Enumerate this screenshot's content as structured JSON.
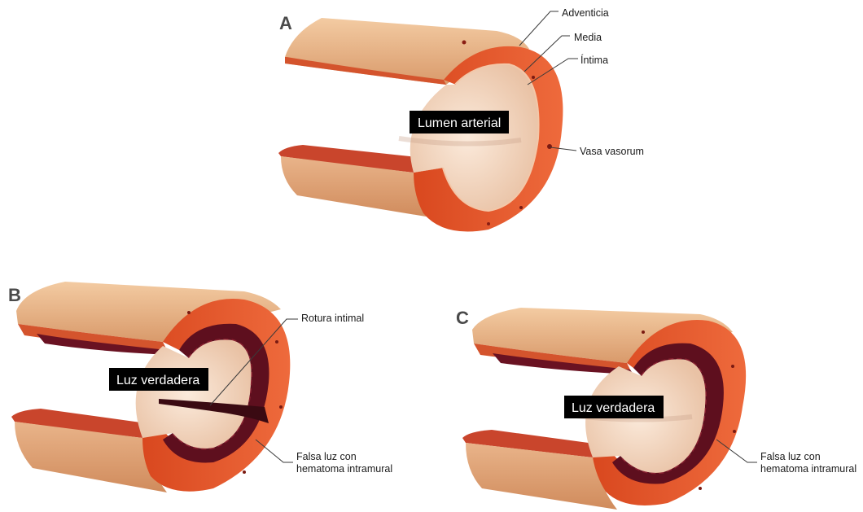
{
  "panels": {
    "a": {
      "letter": "A",
      "lumen_label": "Lumen arterial",
      "callouts": {
        "adventicia": "Adventicia",
        "media": "Media",
        "intima": "Íntima",
        "vasa": "Vasa vasorum"
      }
    },
    "b": {
      "letter": "B",
      "lumen_label": "Luz verdadera",
      "callouts": {
        "rotura": "Rotura intimal",
        "falsa_line1": "Falsa luz con",
        "falsa_line2": "hematoma intramural"
      }
    },
    "c": {
      "letter": "C",
      "lumen_label": "Luz verdadera",
      "callouts": {
        "falsa_line1": "Falsa luz con",
        "falsa_line2": "hematoma intramural"
      }
    }
  },
  "colors": {
    "adventitia_outer": "#e4ab7e",
    "adventitia_light": "#f2c9a1",
    "media": "#e0552d",
    "intima": "#f7d9c2",
    "lumen": "#f5dfcd",
    "hematoma": "#5e0f1e",
    "label_bg": "#000000"
  }
}
